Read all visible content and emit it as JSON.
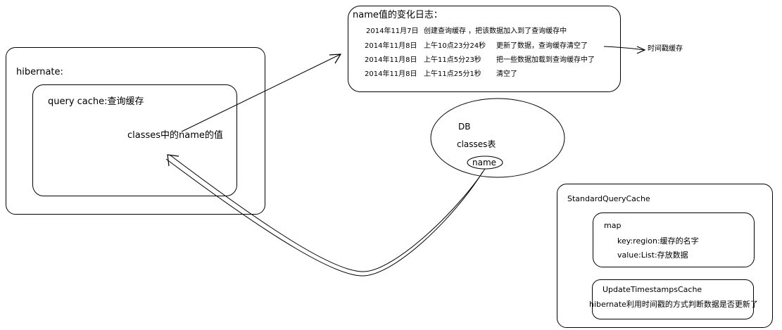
{
  "hibernate": {
    "title": "hibernate:",
    "query_cache": {
      "title": "query cache:查询缓存",
      "entry": "classes中的name的值"
    }
  },
  "log": {
    "title": "name值的变化日志：",
    "entries": [
      {
        "date": "2014年11月7日",
        "time": "",
        "desc": "创建查询缓存 ，把该数据加入到了查询缓存中"
      },
      {
        "date": "2014年11月8日",
        "time": "上午10点23分24秒",
        "desc": "更新了数据，查询缓存清空了"
      },
      {
        "date": "2014年11月8日",
        "time": "上午11点5分23秒",
        "desc": "把一些数据加载到查询缓存中了"
      },
      {
        "date": "2014年11月8日",
        "time": "上午11点25分1秒",
        "desc": "清空了"
      }
    ],
    "annotation": "时间戳缓存"
  },
  "db": {
    "title": "DB",
    "table": "classes表",
    "column": "name"
  },
  "standard_query_cache": {
    "title": "StandardQueryCache",
    "map": {
      "title": "map",
      "key": "key:region:缓存的名字",
      "value": "value:List:存放数据"
    },
    "update_timestamps": {
      "title": "UpdateTimestampsCache",
      "desc": "hibernate利用时间戳的方式判断数据是否更新了"
    }
  }
}
